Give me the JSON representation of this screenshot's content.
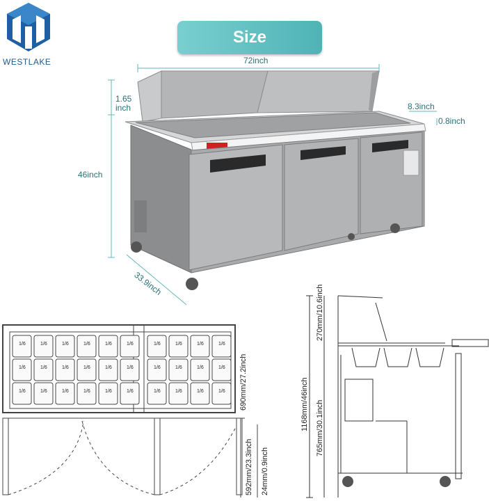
{
  "brand": {
    "name": "WESTLAKE"
  },
  "title": "Size",
  "dimensions": {
    "width": "72inch",
    "shield_height": "1.65\ninch",
    "height": "46inch",
    "depth": "33.9inch",
    "cutting_board_depth": "8.3inch",
    "cutting_board_thickness": "0.8inch"
  },
  "pan_label": "1/6",
  "pan_grid": {
    "rows": 3,
    "cols": 10
  },
  "top_view": {
    "depth_label": "690mm/27.2inch"
  },
  "door_view": {
    "door_depth_label": "592mm/23.3inch",
    "gap_label": "24mm/0.9inch"
  },
  "side_view": {
    "total_height_label": "1168mm/46inch",
    "shield_height_label": "270mm/10.6inch",
    "work_height_label": "765mm/30.1inch"
  },
  "colors": {
    "accent": "#2a6f78",
    "banner": "#5fc0c2",
    "steel": "#a9aaac",
    "logo": "#1f5a8a"
  }
}
